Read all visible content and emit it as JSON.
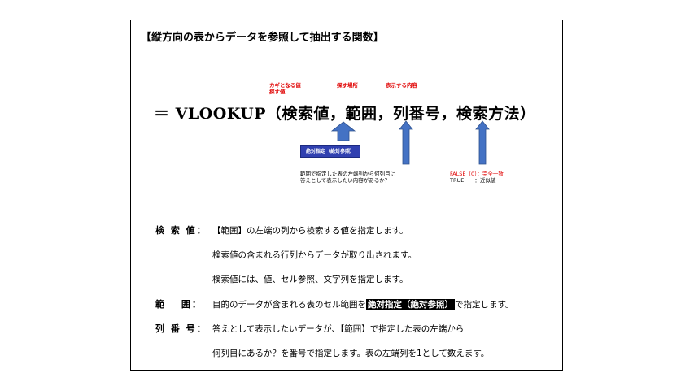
{
  "title": "【縦方向の表からデータを参照して抽出する関数】",
  "labels": {
    "key_value": [
      "カギとなる値",
      "探す値"
    ],
    "search_range": "探す場所",
    "display_content": "表示する内容"
  },
  "formula": "＝ VLOOKUP（検索値，範囲，列番号，検索方法）",
  "absolute_box": "絶対指定（絶対参照）",
  "column_note": [
    "範囲で指定した表の左端列から何列目に",
    "答えとして表示したい内容があるか？"
  ],
  "method_note": {
    "false_line": "FALSE（0）：完全一致",
    "true_line": "TRUE　　：近似値"
  },
  "descriptions": {
    "lookup_label": "検 索 値：",
    "lookup_line1": "【範囲】の左端の列から検索する値を指定します。",
    "lookup_line2": "検索値の含まれる行列からデータが取り出されます。",
    "lookup_line3": "検索値には、値、セル参照、文字列を指定します。",
    "range_label": "範　 囲：",
    "range_pre": "目的のデータが含まれる表のセル範囲を",
    "range_highlight": "絶対指定（絶対参照）",
    "range_post": "で指定します。",
    "col_label": "列 番 号：",
    "col_line1": "答えとして表示したいデータが、【範囲】で指定した表の左端から",
    "col_line2": "何列目にあるか？を番号で指定します。表の左端列を1として数えます。"
  },
  "colors": {
    "arrow": "#4472c4",
    "arrow_stroke": "#2f528f",
    "label_red": "#e00000",
    "box_blue": "#3040b0"
  }
}
